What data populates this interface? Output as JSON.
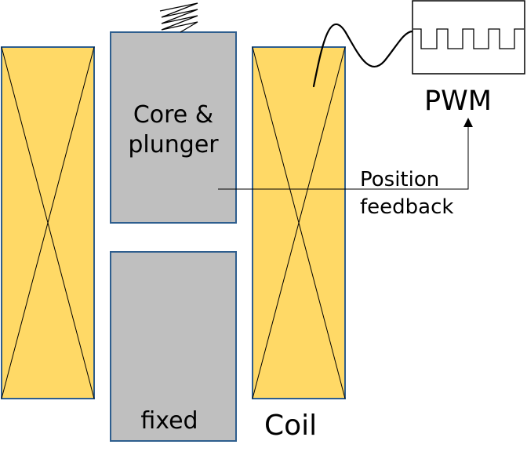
{
  "labels": {
    "core_line1": "Core &",
    "core_line2": "plunger",
    "fixed": "fixed",
    "coil": "Coil",
    "pwm": "PWM",
    "feedback_line1": "Position",
    "feedback_line2": "feedback"
  },
  "colors": {
    "coil_fill": "#FFD966",
    "coil_stroke": "#2E5E8E",
    "core_fill": "#BFBFBF",
    "line": "#000000"
  },
  "icons": {
    "spring": "spring-icon",
    "pwm_waveform": "square-wave-icon",
    "arrow": "arrow-up-icon"
  }
}
